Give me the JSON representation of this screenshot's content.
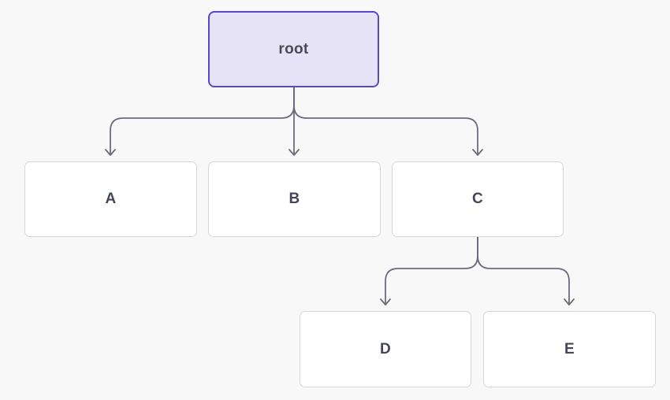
{
  "diagram": {
    "type": "tree",
    "title": "",
    "nodes": [
      {
        "id": "root",
        "label": "root",
        "level": 0,
        "parent": null
      },
      {
        "id": "A",
        "label": "A",
        "level": 1,
        "parent": "root"
      },
      {
        "id": "B",
        "label": "B",
        "level": 1,
        "parent": "root"
      },
      {
        "id": "C",
        "label": "C",
        "level": 1,
        "parent": "root"
      },
      {
        "id": "D",
        "label": "D",
        "level": 2,
        "parent": "C"
      },
      {
        "id": "E",
        "label": "E",
        "level": 2,
        "parent": "C"
      }
    ],
    "edges": [
      {
        "from": "root",
        "to": "A"
      },
      {
        "from": "root",
        "to": "B"
      },
      {
        "from": "root",
        "to": "C"
      },
      {
        "from": "C",
        "to": "D"
      },
      {
        "from": "C",
        "to": "E"
      }
    ],
    "colors": {
      "background": "#f8f8f9",
      "root_fill": "#e6e3f7",
      "root_border": "#5b45cf",
      "node_fill": "#ffffff",
      "node_border": "#d6d6dc",
      "edge": "#6a6b7a",
      "text": "#45465a"
    }
  }
}
